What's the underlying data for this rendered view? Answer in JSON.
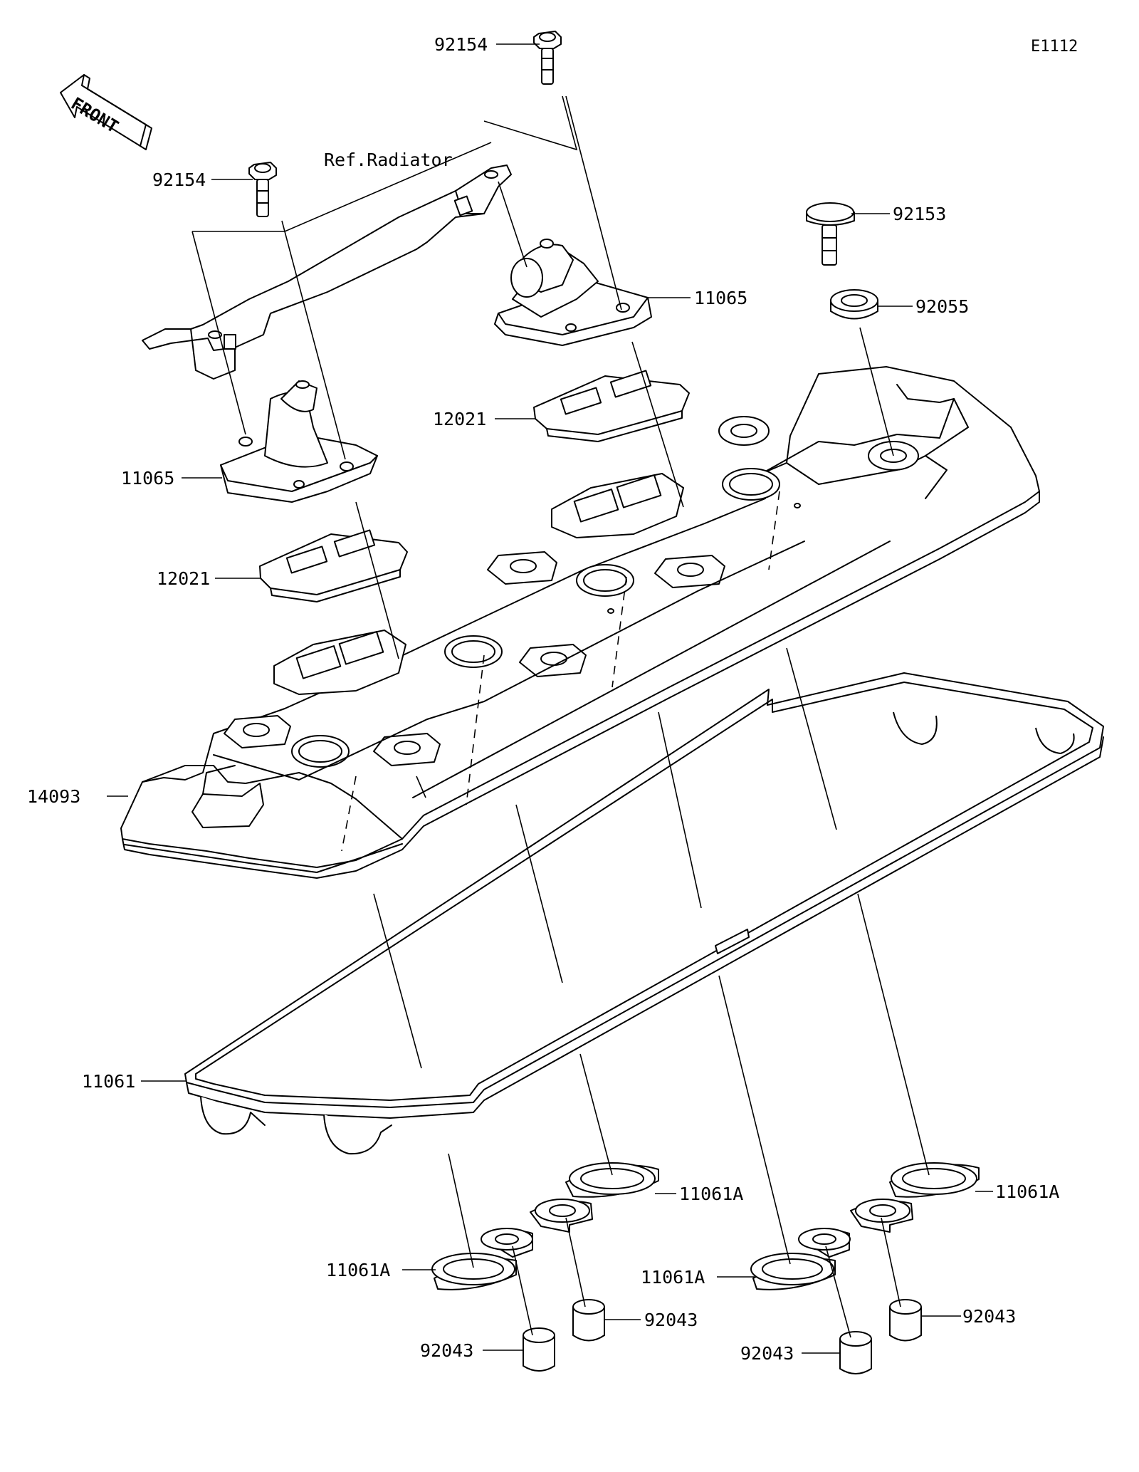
{
  "figure": {
    "code": "E1112",
    "front_label": "FRONT",
    "reference_note": "Ref.Radiator"
  },
  "parts": {
    "bolt_top": "92154",
    "bolt_left": "92154",
    "bolt_right": "92153",
    "washer_right": "92055",
    "cap_right": "11065",
    "cap_left": "11065",
    "plate_right": "12021",
    "plate_left": "12021",
    "head_cover": "14093",
    "cover_gasket": "11061",
    "ring_1": "11061A",
    "ring_2": "11061A",
    "ring_3": "11061A",
    "ring_4": "11061A",
    "collar_1": "92043",
    "collar_2": "92043",
    "collar_3": "92043",
    "collar_4": "92043"
  },
  "colors": {
    "line": "#000000",
    "background": "#ffffff"
  }
}
